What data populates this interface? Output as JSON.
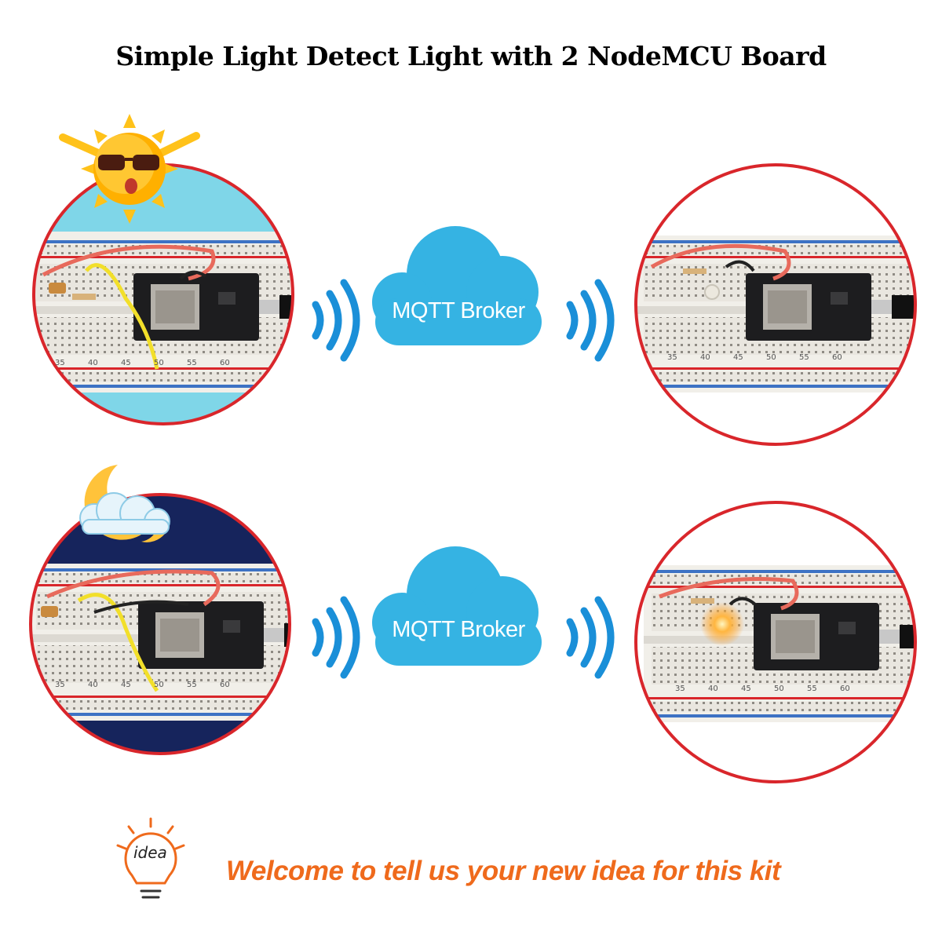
{
  "title": "Simple Light Detect Light with 2 NodeMCU Board",
  "broker_top": "MQTT Broker",
  "broker_bottom": "MQTT Broker",
  "idea_word": "idea",
  "footer": "Welcome to tell us your new idea for this kit",
  "breadboard_numbers": [
    "35",
    "40",
    "45",
    "50",
    "55",
    "60"
  ],
  "colors": {
    "circle_border": "#d9262b",
    "day_bg": "#7fd6e8",
    "night_bg": "#16245c",
    "cloud": "#35b3e3",
    "wifi": "#1a8fd8",
    "footer": "#ef6a1c"
  },
  "icons": [
    "sun-icon",
    "moon-cloud-icon",
    "cloud-icon",
    "wifi-signal-icon",
    "idea-bulb-icon"
  ]
}
